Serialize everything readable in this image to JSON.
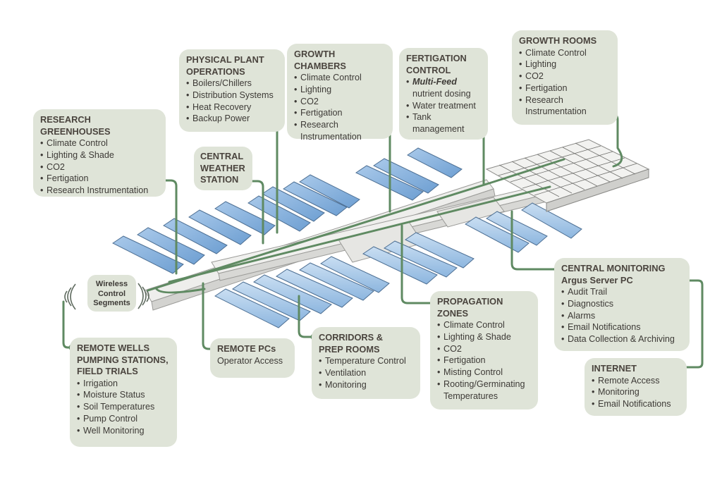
{
  "colors": {
    "box_fill": "#dfe4d8",
    "connector": "#5f8a62",
    "greenhouse_glass": "#8fb6dd",
    "structure": "#e8e8e6"
  },
  "boxes": {
    "research_greenhouses": {
      "title": "RESEARCH GREENHOUSES",
      "items": [
        "Climate Control",
        "Lighting & Shade",
        "CO2",
        "Fertigation",
        "Research Instrumentation"
      ]
    },
    "physical_plant": {
      "title": "PHYSICAL PLANT\nOPERATIONS",
      "items": [
        "Boilers/Chillers",
        "Distribution Systems",
        "Heat Recovery",
        "Backup Power"
      ]
    },
    "growth_chambers": {
      "title": "GROWTH CHAMBERS",
      "items": [
        "Climate Control",
        "Lighting",
        "CO2",
        "Fertigation",
        "Research\nInstrumentation"
      ]
    },
    "fertigation": {
      "title": "FERTIGATION\nCONTROL",
      "item1_em": "Multi-Feed",
      "item1_rest": "nutrient dosing",
      "items": [
        "Water treatment",
        "Tank\nmanagement"
      ]
    },
    "growth_rooms": {
      "title": "GROWTH ROOMS",
      "items": [
        "Climate Control",
        "Lighting",
        "CO2",
        "Fertigation",
        "Research\nInstrumentation"
      ]
    },
    "weather_station": {
      "title": "CENTRAL\nWEATHER\nSTATION"
    },
    "wireless": {
      "title": "Wireless\nControl\nSegments"
    },
    "central_monitoring": {
      "title": "CENTRAL MONITORING",
      "subtitle": "Argus Server PC",
      "items": [
        "Audit Trail",
        "Diagnostics",
        "Alarms",
        "Email Notifications",
        "Data Collection & Archiving"
      ]
    },
    "internet": {
      "title": "INTERNET",
      "items": [
        "Remote Access",
        "Monitoring",
        "Email Notifications"
      ]
    },
    "propagation": {
      "title": "PROPAGATION\nZONES",
      "items": [
        "Climate Control",
        "Lighting & Shade",
        "CO2",
        "Fertigation",
        "Misting Control",
        "Rooting/Germinating\nTemperatures"
      ]
    },
    "corridors": {
      "title": "CORRIDORS &\nPREP ROOMS",
      "items": [
        "Temperature Control",
        "Ventilation",
        "Monitoring"
      ]
    },
    "remote_pcs": {
      "title": "REMOTE PCs",
      "text": "Operator Access"
    },
    "remote_wells": {
      "title": "REMOTE WELLS\nPUMPING STATIONS,\nFIELD TRIALS",
      "items": [
        "Irrigation",
        "Moisture Status",
        "Soil Temperatures",
        "Pump Control",
        "Well Monitoring"
      ]
    }
  }
}
